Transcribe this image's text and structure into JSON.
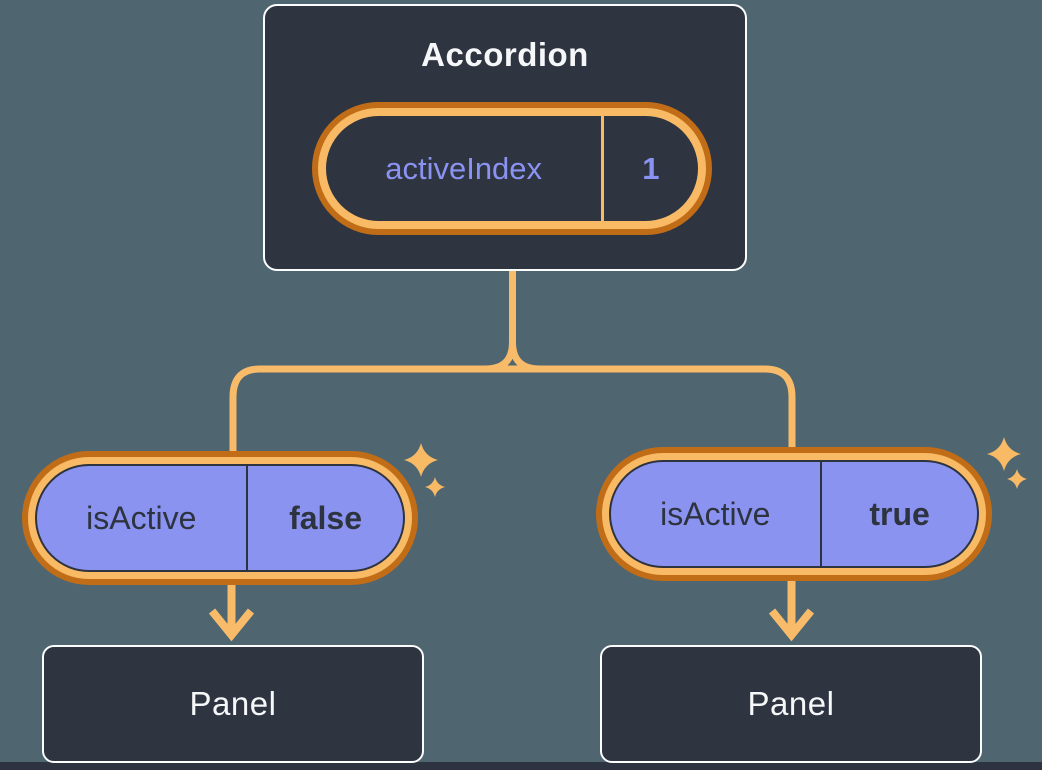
{
  "diagram": {
    "description_labels": {},
    "accordion": {
      "title": "Accordion",
      "state_name": "activeIndex",
      "state_value": "1"
    },
    "children": [
      {
        "state_name": "isActive",
        "state_value": "false",
        "panel_label": "Panel"
      },
      {
        "state_name": "isActive",
        "state_value": "true",
        "panel_label": "Panel"
      }
    ]
  },
  "icons": {
    "sparkle": "sparkle-icon",
    "arrow": "arrow-down-icon"
  },
  "colors": {
    "bg_teal": "#4f6570",
    "ink_box": "#2e3440",
    "ink_text": "#2d333f",
    "white_border": "#fcfdfe",
    "text_light": "#f6f7f9",
    "purple_fill": "#8b93f0",
    "purple_text": "#8a93f2",
    "orange_dark": "#c16d17",
    "orange_light": "#f8ba65",
    "line_orange": "#f8bb6a",
    "bottom_strip": "#2d3340"
  }
}
